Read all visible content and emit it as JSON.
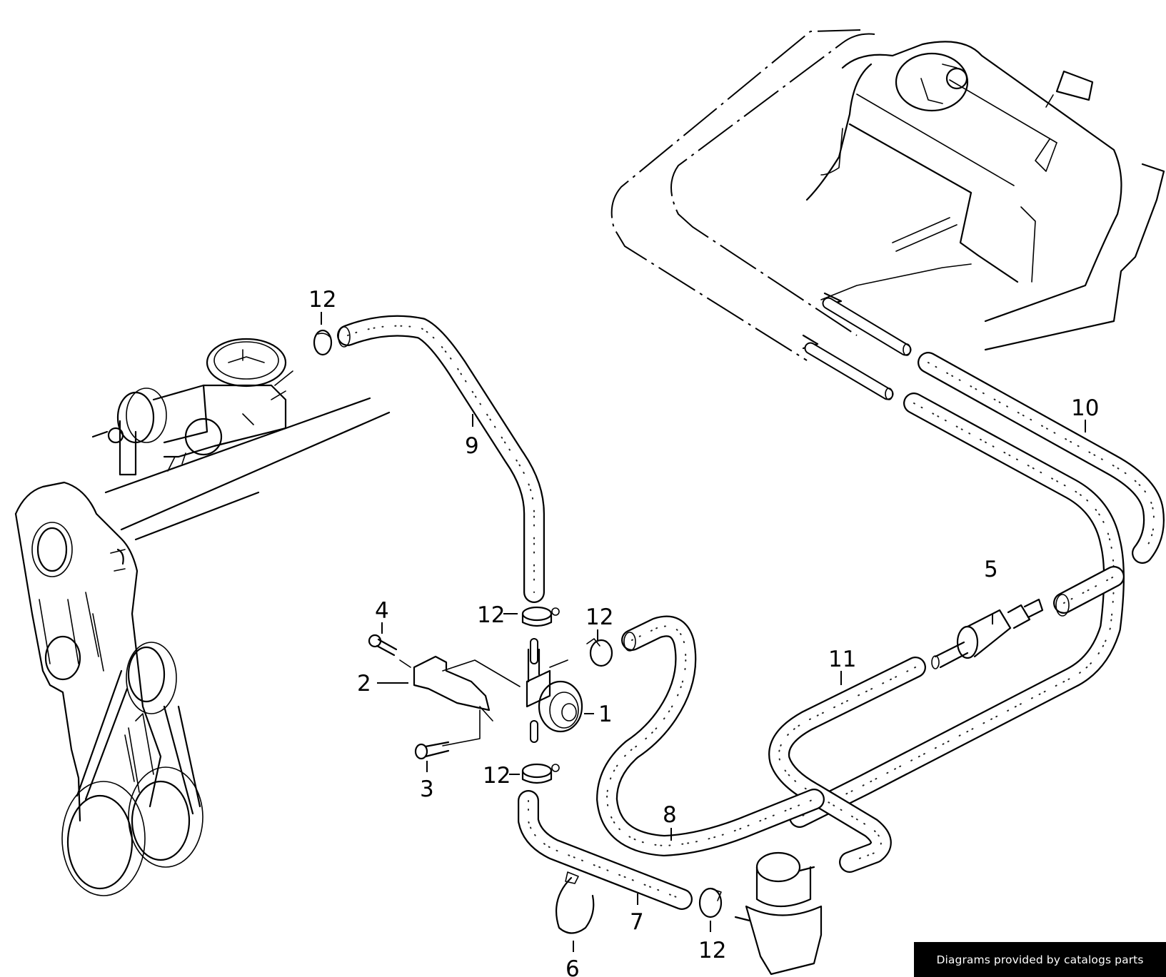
{
  "diagram": {
    "title": "Fuel tank ventilation / carburetor hose layout",
    "callouts": [
      {
        "id": "1",
        "label": "1",
        "part": "valve"
      },
      {
        "id": "2",
        "label": "2",
        "part": "bracket"
      },
      {
        "id": "3",
        "label": "3",
        "part": "bolt"
      },
      {
        "id": "4",
        "label": "4",
        "part": "bolt"
      },
      {
        "id": "5",
        "label": "5",
        "part": "filter"
      },
      {
        "id": "6",
        "label": "6",
        "part": "hose clip"
      },
      {
        "id": "7",
        "label": "7",
        "part": "hose"
      },
      {
        "id": "8",
        "label": "8",
        "part": "hose"
      },
      {
        "id": "9",
        "label": "9",
        "part": "hose"
      },
      {
        "id": "10",
        "label": "10",
        "part": "hose"
      },
      {
        "id": "11",
        "label": "11",
        "part": "hose"
      },
      {
        "id": "12a",
        "label": "12",
        "part": "hose clamp"
      },
      {
        "id": "12b",
        "label": "12",
        "part": "hose clamp"
      },
      {
        "id": "12c",
        "label": "12",
        "part": "hose clamp"
      },
      {
        "id": "12d",
        "label": "12",
        "part": "hose clamp"
      },
      {
        "id": "12e",
        "label": "12",
        "part": "hose clamp"
      }
    ],
    "components": [
      "fuel-tank",
      "carburetor",
      "engine-block",
      "belt-pulleys",
      "fuel-pump",
      "fuel-filter",
      "valve",
      "bracket",
      "hoses",
      "clamps"
    ]
  },
  "credit": {
    "text": "Diagrams provided by catalogs parts"
  }
}
